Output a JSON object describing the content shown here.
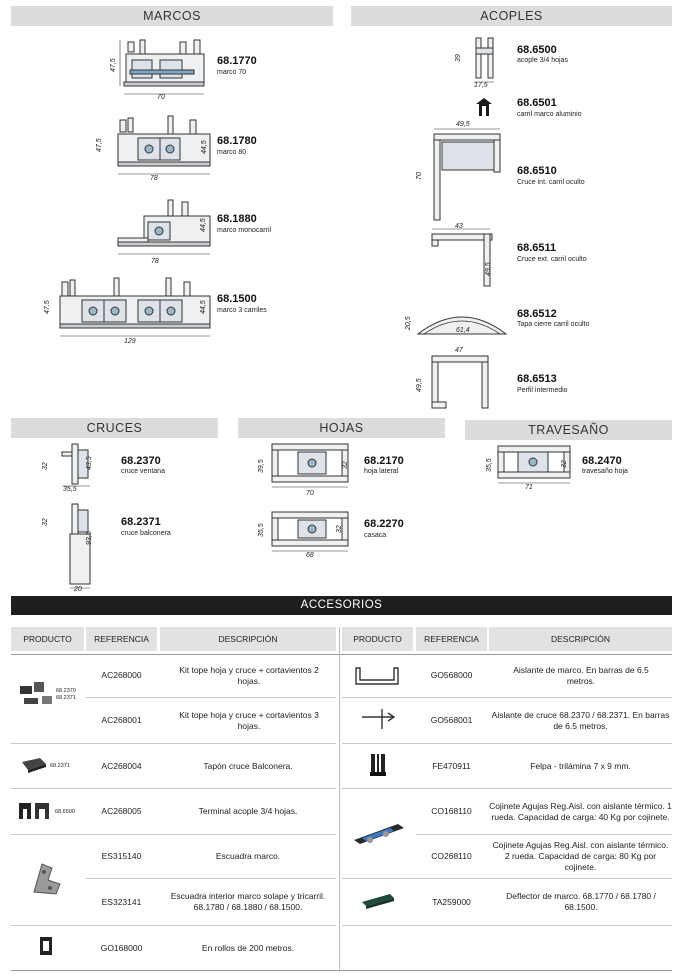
{
  "sections": {
    "marcos": "MARCOS",
    "acoples": "ACOPLES",
    "cruces": "CRUCES",
    "hojas": "HOJAS",
    "travesano": "TRAVESAÑO",
    "accesorios": "ACCESORIOS"
  },
  "marcos": [
    {
      "code": "68.1770",
      "desc": "marco 70",
      "w": "70",
      "h": "47,5",
      "h2": ""
    },
    {
      "code": "68.1780",
      "desc": "marco 80",
      "w": "78",
      "h": "47,5",
      "h2": "44,5"
    },
    {
      "code": "68.1880",
      "desc": "marco monocarril",
      "w": "78",
      "h": "",
      "h2": "44,5"
    },
    {
      "code": "68.1500",
      "desc": "marco 3 carriles",
      "w": "129",
      "h": "47,5",
      "h2": "44,5"
    }
  ],
  "acoples": [
    {
      "code": "68.6500",
      "desc": "acople 3/4 hojas",
      "d1": "39",
      "d2": "17,5"
    },
    {
      "code": "68.6501",
      "desc": "carril marco aluminio"
    },
    {
      "code": "68.6510",
      "desc": "Cruce int. carril oculto",
      "d1": "49,5",
      "d2": "70"
    },
    {
      "code": "68.6511",
      "desc": "Cruce ext. carril oculto",
      "d1": "43",
      "d2": "49,5"
    },
    {
      "code": "68.6512",
      "desc": "Tapa cierre carril oculto",
      "d1": "20,5",
      "d2": "61,4"
    },
    {
      "code": "68.6513",
      "desc": "Perfil intermedio",
      "d1": "47",
      "d2": "49,5"
    }
  ],
  "cruces": [
    {
      "code": "68.2370",
      "desc": "cruce ventana",
      "d1": "32",
      "d2": "43,5",
      "d3": "35,5"
    },
    {
      "code": "68.2371",
      "desc": "cruce balconera",
      "d1": "32",
      "d2": "93,5",
      "d3": "20"
    }
  ],
  "hojas": [
    {
      "code": "68.2170",
      "desc": "hoja lateral",
      "d1": "39,5",
      "d2": "32",
      "d3": "70"
    },
    {
      "code": "68.2270",
      "desc": "casaca",
      "d1": "35,5",
      "d2": "32",
      "d3": "68"
    }
  ],
  "travesano": {
    "code": "68.2470",
    "desc": "travesaño hoja",
    "d1": "35,5",
    "d2": "32",
    "d3": "71"
  },
  "table": {
    "headers": [
      "PRODUCTO",
      "REFERENCIA",
      "DESCRIPCIÓN",
      "PRODUCTO",
      "REFERENCIA",
      "DESCRIPCIÓN"
    ],
    "left": [
      {
        "ref": "AC268000",
        "desc": "Kit tope hoja y cruce + cortavientos 2 hojas."
      },
      {
        "ref": "AC268001",
        "desc": "Kit tope hoja y cruce + cortavientos 3 hojas."
      },
      {
        "ref": "AC268004",
        "desc": "Tapón cruce Balconera."
      },
      {
        "ref": "AC268005",
        "desc": "Terminal acople 3/4 hojas."
      },
      {
        "ref": "ES315140",
        "desc": "Escuadra marco."
      },
      {
        "ref": "ES323141",
        "desc": "Escuadra interior marco solape y tricarril. 68.1780 / 68.1880 / 68.1500."
      },
      {
        "ref": "GO168000",
        "desc": "En rollos de 200 metros."
      }
    ],
    "right": [
      {
        "ref": "GO568000",
        "desc": "Aislante de marco. En barras de 6.5 metros."
      },
      {
        "ref": "GO568001",
        "desc": "Aislante de cruce 68.2370 / 68.2371. En barras de 6.5 metros."
      },
      {
        "ref": "FE470911",
        "desc": "Felpa - trilámina 7 x 9 mm."
      },
      {
        "ref": "CO168110",
        "desc": "Cojinete Agujas Reg.Aisl. con aislante térmico. 1 rueda. Capacidad de carga: 40 Kg por cojinete."
      },
      {
        "ref": "CO268110",
        "desc": "Cojinete Agujas Reg.Aisl. con aislante térmico. 2 rueda. Capacidad de carga: 80 Kg por cojinete."
      },
      {
        "ref": "TA259000",
        "desc": "Deflector de marco. 68.1770 / 68.1780 / 68.1500."
      }
    ],
    "thumb_labels": {
      "kit": "68.2370 68.2371",
      "tapon": "68.2371",
      "terminal": "68.6500"
    }
  }
}
